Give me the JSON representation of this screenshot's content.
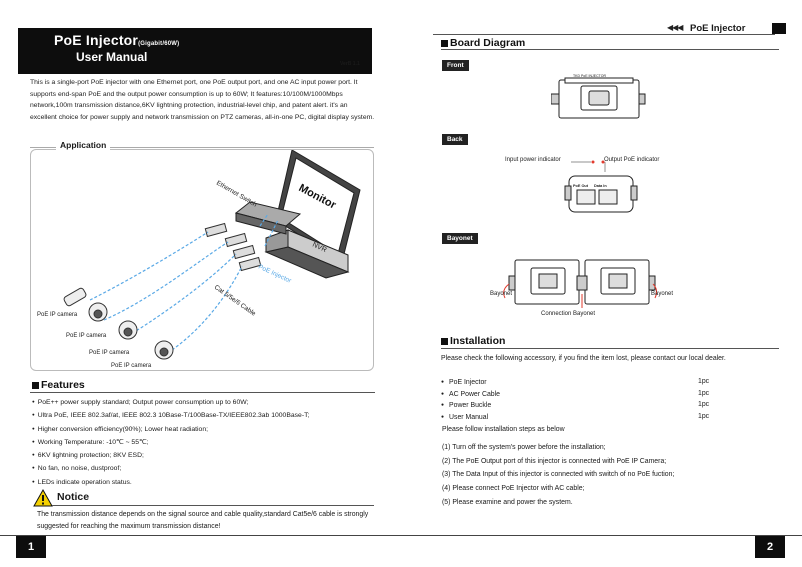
{
  "left_page": {
    "title_main": "PoE Injector",
    "title_sub": "(Gigabit/60W)",
    "title_line2": "User Manual",
    "version": "VerB 1.1",
    "intro": "This is a single-port PoE injector  with one Ethernet port, one PoE output port, and one AC input power port. It supports end-span PoE and the output power consumption is up to 60W; It features:10/100M/1000Mbps network,100m transmission distance,6KV lightning protection, industrial-level chip, and patent alert. it's an excellent choice for power supply and network transmission on PTZ cameras, all-in-one PC, digital display system.",
    "application_heading": "Application",
    "diagram_labels": {
      "monitor": "Monitor",
      "switch": "Ethernet Switch",
      "nvr": "NVR",
      "injector": "PoE Injector",
      "cable": "Cat 5/5e/6 Cable",
      "camera1": "PoE IP camera",
      "camera2": "PoE IP camera",
      "camera3": "PoE IP camera",
      "camera4": "PoE IP camera"
    },
    "features_heading": "Features",
    "features": [
      "PoE++ power supply standard; Output power consumption up to 60W;",
      "Ultra PoE,   IEEE 802.3af/at,  IEEE 802.3 10Base-T/100Base-TX/IEEE802.3ab 1000Base-T;",
      "Higher conversion efficiency(90%); Lower  heat radiation;",
      "Working Temperature: -10℃ ~ 55℃;",
      "6KV lightning protection; 8KV ESD;",
      "No fan, no noise, dustproof;",
      "LEDs indicate operation status."
    ],
    "notice_heading": "Notice",
    "notice_text": "The transmission distance depends on the signal source and cable quality,standard Cat5e/6 cable is strongly suggested for reaching the maximum transmission distance!",
    "page_number": "1"
  },
  "right_page": {
    "header_title": "PoE Injector",
    "header_arrows": "◀◀◀",
    "board_heading": "Board Diagram",
    "front_label": "Front",
    "front_device_label": "TKD PoE INJECTOR",
    "back_label": "Back",
    "input_indicator": "Input  power indicator",
    "output_indicator": "Output PoE indicator",
    "port_poe": "PoE Out",
    "port_data": "Data In",
    "bayonet_label": "Bayonet",
    "bayonet_left": "Bayonet",
    "bayonet_right": "Bayonet",
    "connection_bayonet": "Connection Bayonet",
    "installation_heading": "Installation",
    "installation_intro": "Please check the following accessory, if you find the item lost, please contact our local dealer.",
    "accessories": [
      {
        "name": "PoE Injector",
        "qty": "1pc"
      },
      {
        "name": "AC Power Cable",
        "qty": "1pc"
      },
      {
        "name": "Power Buckle",
        "qty": "1pc"
      },
      {
        "name": "User Manual",
        "qty": "1pc"
      }
    ],
    "steps_title": "Please follow installation steps as below",
    "steps": [
      "(1) Turn off the system's power before the installation;",
      "(2) The PoE Output port of this injector is connected with PoE IP Camera;",
      "(3) The Data Input of this injector is connected with switch of no PoE fuction;",
      "(4) Please connect PoE Injector with AC cable;",
      "(5) Please examine and power the system."
    ],
    "page_number": "2"
  },
  "colors": {
    "dark": "#0d0d0d",
    "cable_blue": "#5aa9e6",
    "indicator_red": "#e23b2e"
  }
}
